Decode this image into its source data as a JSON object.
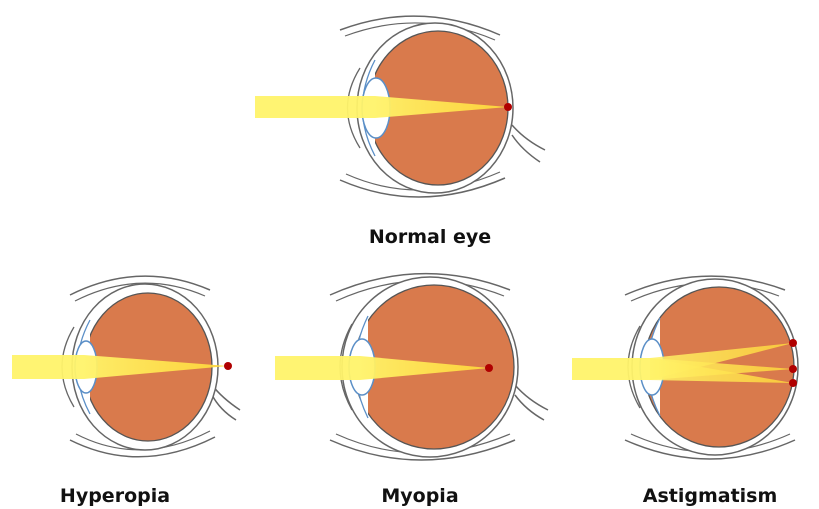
{
  "captions": {
    "normal": "Normal eye",
    "hyperopia": "Hyperopia",
    "myopia": "Myopia",
    "astigmatism": "Astigmatism"
  },
  "colors": {
    "eyeball": "#d97a4c",
    "outline": "#5a5a5a",
    "light_beam": "#fff36a",
    "focal_point": "#b00000",
    "lens_edge": "#5b8fc7",
    "caption_text": "#111111"
  },
  "icons": {
    "focus_marker": "focal-point-dot"
  }
}
